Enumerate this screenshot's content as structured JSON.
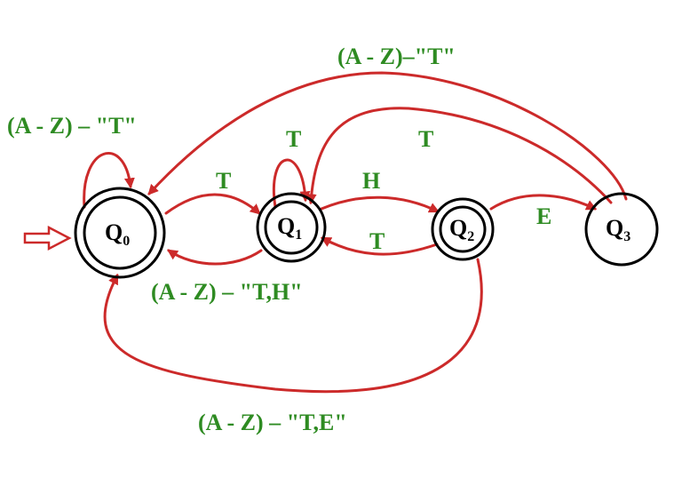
{
  "colors": {
    "edge": "#cc2a2a",
    "label": "#2e8b22",
    "state_stroke": "#000000"
  },
  "states": [
    {
      "id": "q0",
      "letter": "Q",
      "sub": "0",
      "accepting": true,
      "start": true
    },
    {
      "id": "q1",
      "letter": "Q",
      "sub": "1",
      "accepting": true,
      "start": false
    },
    {
      "id": "q2",
      "letter": "Q",
      "sub": "2",
      "accepting": true,
      "start": false
    },
    {
      "id": "q3",
      "letter": "Q",
      "sub": "3",
      "accepting": false,
      "start": false
    }
  ],
  "transitions": [
    {
      "id": "q0-self",
      "from": "Q0",
      "to": "Q0",
      "label": "(A - Z) – \"T\""
    },
    {
      "id": "q0-q1",
      "from": "Q0",
      "to": "Q1",
      "label": "T"
    },
    {
      "id": "q1-self",
      "from": "Q1",
      "to": "Q1",
      "label": "T"
    },
    {
      "id": "q1-q2",
      "from": "Q1",
      "to": "Q2",
      "label": "H"
    },
    {
      "id": "q2-q1",
      "from": "Q2",
      "to": "Q1",
      "label": "T"
    },
    {
      "id": "q2-q3",
      "from": "Q2",
      "to": "Q3",
      "label": "E"
    },
    {
      "id": "q1-q0",
      "from": "Q1",
      "to": "Q0",
      "label": "(A - Z) – \"T,H\""
    },
    {
      "id": "q2-q0",
      "from": "Q2",
      "to": "Q0",
      "label": "(A - Z) – \"T,E\""
    },
    {
      "id": "q3-q0",
      "from": "Q3",
      "to": "Q0",
      "label": "(A - Z)–\"T\""
    },
    {
      "id": "q3-q1",
      "from": "Q3",
      "to": "Q1",
      "label": "T"
    }
  ]
}
